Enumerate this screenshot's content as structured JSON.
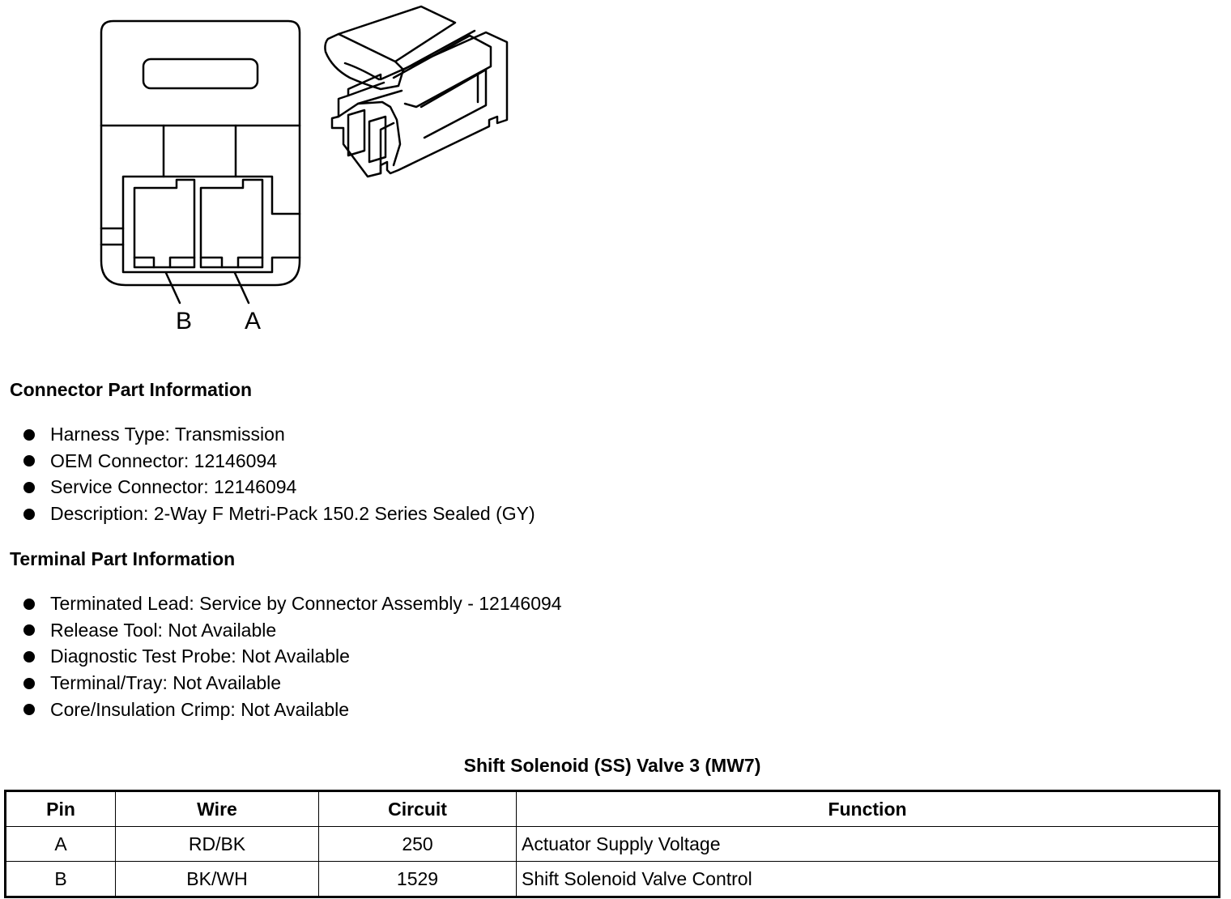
{
  "diagram": {
    "pin_labels": [
      "B",
      "A"
    ]
  },
  "connector_info": {
    "heading": "Connector Part Information",
    "items": [
      "Harness Type: Transmission",
      "OEM Connector: 12146094",
      "Service Connector: 12146094",
      "Description: 2-Way F Metri-Pack 150.2 Series Sealed (GY)"
    ]
  },
  "terminal_info": {
    "heading": "Terminal Part Information",
    "items": [
      "Terminated Lead: Service by Connector Assembly - 12146094",
      "Release Tool: Not Available",
      "Diagnostic Test Probe: Not Available",
      "Terminal/Tray: Not Available",
      "Core/Insulation Crimp: Not Available"
    ]
  },
  "table": {
    "title": "Shift Solenoid (SS) Valve 3 (MW7)",
    "headers": [
      "Pin",
      "Wire",
      "Circuit",
      "Function"
    ],
    "rows": [
      [
        "A",
        "RD/BK",
        "250",
        "Actuator Supply Voltage"
      ],
      [
        "B",
        "BK/WH",
        "1529",
        "Shift Solenoid Valve Control"
      ]
    ]
  }
}
